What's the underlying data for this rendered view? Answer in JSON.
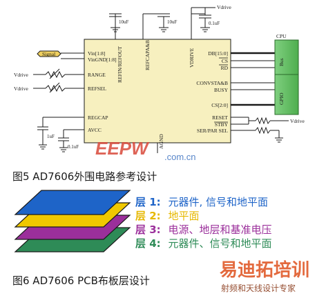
{
  "schematic": {
    "left_pins": [
      "Vin[1:8]",
      "VinGND[1:8]",
      "RANGE",
      "REFSEL",
      "REGCAP",
      "AVCC"
    ],
    "right_pins": [
      "DB[15:0]",
      "CS",
      "RD",
      "CONVSTA&B",
      "BUSY",
      "CS[2:0]",
      "RESET",
      "STBY",
      "SER/PAR SEL"
    ],
    "top_pins": [
      "REFIN/REFOUT",
      "REFCAPA&B",
      "VDRIVE"
    ],
    "bottom_pin": "AGND",
    "signal_label": "Signal",
    "vdrive_labels": [
      "Vdrive",
      "Vdrive",
      "Vdrive",
      "Vdrive"
    ],
    "cap_labels": [
      "10uF",
      "10uF",
      "0.1uF",
      "1uF",
      "0.1uF"
    ],
    "cpu": {
      "title": "CPU",
      "bus_label": "Bus",
      "gpio_label": "GPIO"
    }
  },
  "watermark": {
    "logo": "EEPW",
    "url": ".com.cn"
  },
  "captions": {
    "fig5": "图5  AD7606外围电路参考设计",
    "fig6": "图6  AD7606 PCB布板层设计"
  },
  "layers": [
    {
      "prefix": "层 1:",
      "text": "元器件, 信号和地平面",
      "color": "#1e64c8"
    },
    {
      "prefix": "层 2:",
      "text": "地平面",
      "color": "#e6b800"
    },
    {
      "prefix": "层 3:",
      "text": "电源、地层和基准电压",
      "color": "#9b2f9b"
    },
    {
      "prefix": "层 4:",
      "text": "元器件、信号和地平面",
      "color": "#2e8b57"
    }
  ],
  "brand": {
    "line1": "易迪拓培训",
    "line2": "射频和天线设计专家"
  }
}
